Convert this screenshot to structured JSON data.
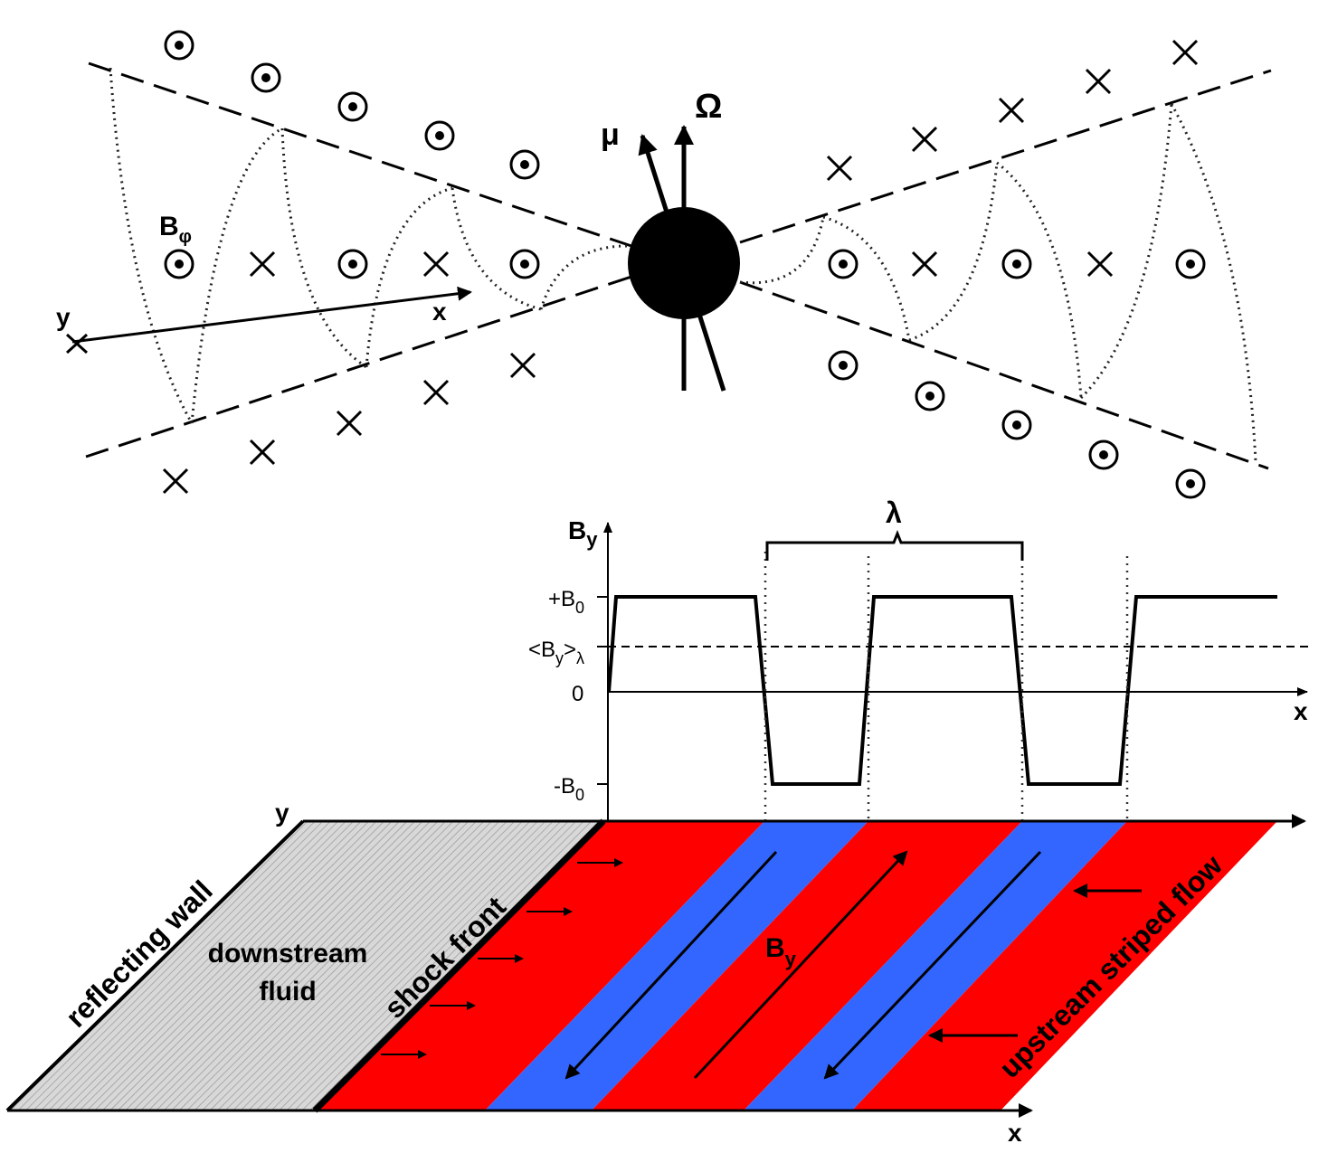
{
  "top": {
    "omega_label": "Ω",
    "mu_label": "μ",
    "bphi_label": "B",
    "bphi_sub": "φ",
    "axis_x_label": "x",
    "axis_y_label": "y",
    "dot_symbol": "⊙",
    "cross_symbol": "×"
  },
  "graph": {
    "ylabel": "B",
    "ylabel_sub": "y",
    "xlabel": "x",
    "lambda_label": "λ",
    "ticks": {
      "plus_b0": "+B",
      "plus_b0_sub": "0",
      "avg_open": "<B",
      "avg_sub_y": "y",
      "avg_close": ">",
      "avg_sub_lambda": "λ",
      "zero": "0",
      "minus_b0": "-B",
      "minus_b0_sub": "0"
    }
  },
  "slab": {
    "reflecting_wall": "reflecting wall",
    "downstream_line1": "downstream",
    "downstream_line2": "fluid",
    "shock_front": "shock front",
    "by_label": "B",
    "by_sub": "y",
    "upstream": "upstream striped flow",
    "axis_y_label": "y",
    "axis_x_label": "x",
    "colors": {
      "red": "#ff0000",
      "blue": "#3366ff",
      "gray": "#d8d8d8"
    }
  }
}
